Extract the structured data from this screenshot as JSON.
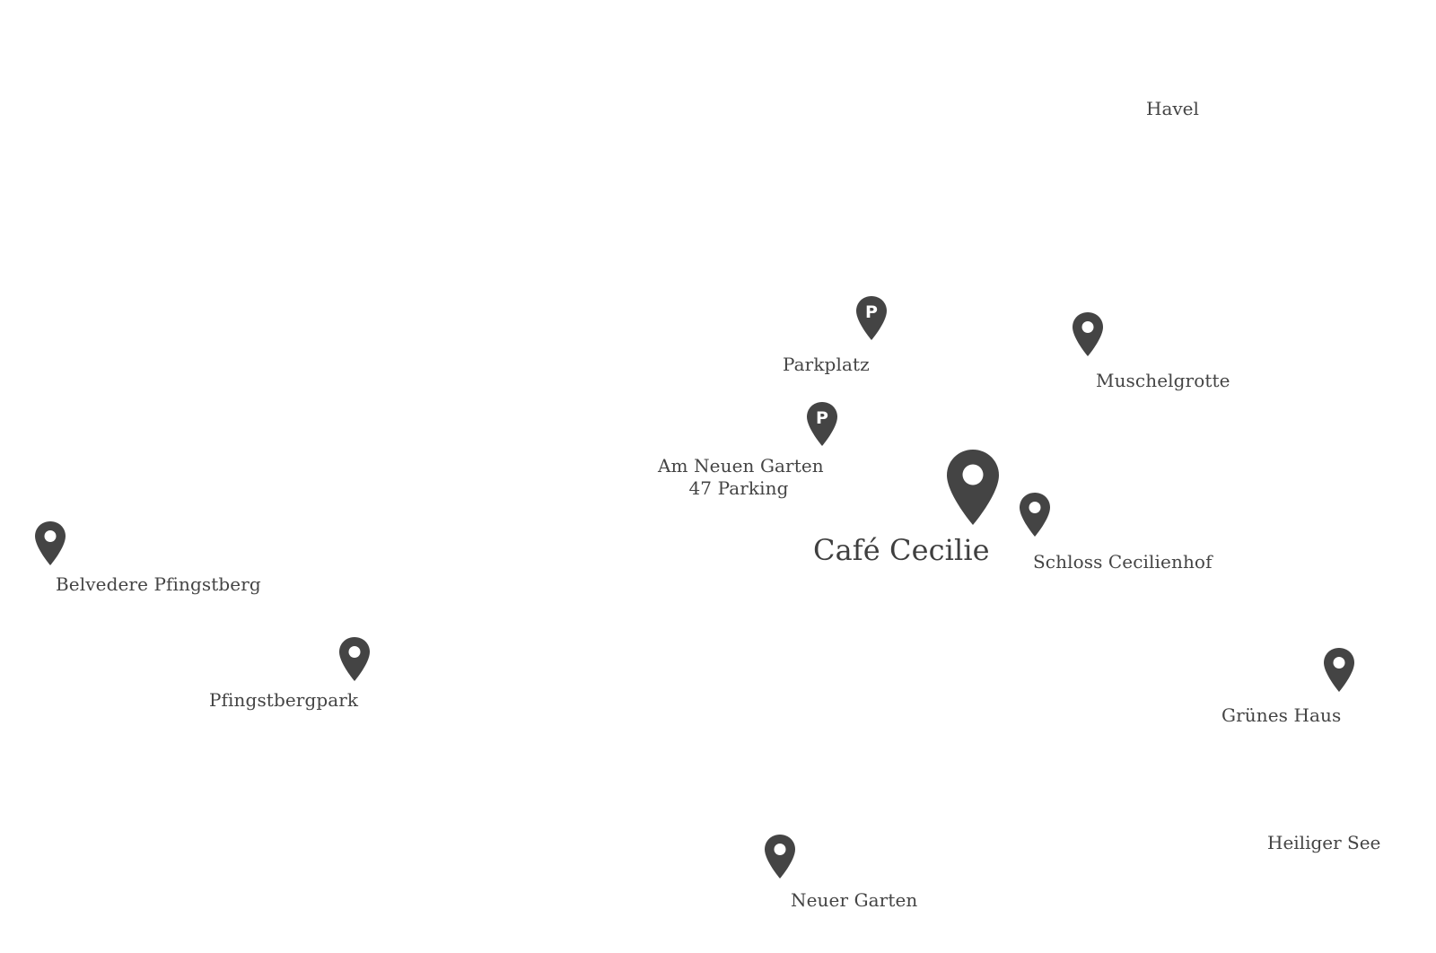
{
  "map": {
    "pin_color": "#444444",
    "pin_hole_color": "#ffffff",
    "main_place": {
      "name": "Café Cecilie",
      "icon": "map-marker-icon"
    },
    "places": [
      {
        "key": "parkplatz",
        "name": "Parkplatz",
        "icon": "parking-marker-icon"
      },
      {
        "key": "am-neuen-garten",
        "name_lines": [
          "Am Neuen Garten",
          "47 Parking"
        ],
        "icon": "parking-marker-icon"
      },
      {
        "key": "muschelgrotte",
        "name": "Muschelgrotte",
        "icon": "map-marker-icon"
      },
      {
        "key": "schloss-cecilienhof",
        "name": "Schloss Cecilienhof",
        "icon": "map-marker-icon"
      },
      {
        "key": "belvedere-pfingstberg",
        "name": "Belvedere Pfingstberg",
        "icon": "map-marker-icon"
      },
      {
        "key": "pfingstbergpark",
        "name": "Pfingstbergpark",
        "icon": "map-marker-icon"
      },
      {
        "key": "gruenes-haus",
        "name": "Grünes Haus",
        "icon": "map-marker-icon"
      },
      {
        "key": "neuer-garten",
        "name": "Neuer Garten",
        "icon": "map-marker-icon"
      }
    ],
    "water_labels": {
      "havel": "Havel",
      "heiliger_see": "Heiliger See"
    }
  }
}
